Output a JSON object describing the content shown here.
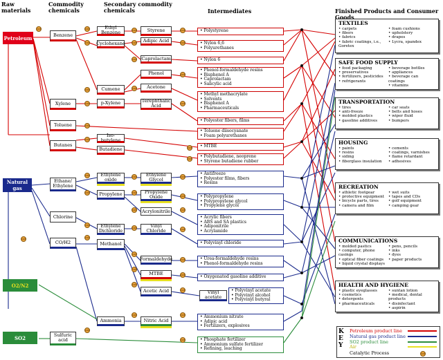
{
  "headers": {
    "raw": "Raw materials",
    "commodity": "Commodity chemicals",
    "secondary": "Secondary commodity chemicals",
    "intermediates": "Intermediates",
    "finished": "Finished Products and Consumer Goods"
  },
  "raw": [
    "Petroleum",
    "Natural gas",
    "O2/N2",
    "SO2"
  ],
  "commodity": [
    "Benzene",
    "Xylene",
    "Toluene",
    "Butanes",
    "Ethane/ Ethylene",
    "Chlorine",
    "CO/H2",
    "Sulfuric acid"
  ],
  "secondary_a": [
    "Ethyl Benzene",
    "Cyclohexane",
    "Cumene",
    "p-Xylene",
    "Iso-butylene",
    "Butadiene",
    "Ethylene oxide",
    "Propylene",
    "Ethylene Dichloride",
    "Methanol",
    "Ammonia"
  ],
  "secondary_b": [
    "Styrene",
    "Adipic Acid",
    "Caprolactam",
    "Phenol",
    "Acetone",
    "Terephthalic Acid",
    "Ethylene Glycol",
    "Propylene Oxide",
    "Acrylonitrile",
    "Vinyl Chloride",
    "Formaldehyde",
    "MTBE",
    "Acetic Acid",
    "Nitric Acid",
    "Vinyl acetate"
  ],
  "intermediates": [
    [
      "Polystyrene"
    ],
    [
      "Nylon 6,6",
      "Polyurethanes"
    ],
    [
      "Nylon 6"
    ],
    [
      "Phenol-formaldehyde resins",
      "Bisphenol A",
      "Caprolactam",
      "Salicylic acid"
    ],
    [
      "Methyl methacrylate",
      "Solvents",
      "Bisphenol A",
      "Pharmaceuticals"
    ],
    [
      "Polyester fibers, films"
    ],
    [
      "Toluene diisocyanate",
      "Foam polyurethanes"
    ],
    [
      "MTBE"
    ],
    [
      "Polybutadiene, neoprene",
      "Styrene butadiene rubber"
    ],
    [
      "Antifreeze",
      "Polyester films, fibers",
      "Resins"
    ],
    [
      "Polypropylene",
      "Polypropylene glycol",
      "Propylene glycol"
    ],
    [
      "Acrylic fibers",
      "ABS and SA plastics",
      "Adiponitrile",
      "Acrylamide"
    ],
    [
      "Polyvinyl chloride"
    ],
    [
      "Urea-formaldehyde resins",
      "Phenol-formaldehyde resins"
    ],
    [
      "Oxygenated gasoline additive"
    ],
    [
      "Polyvinyl acetate",
      "Polyvinyl alcohol",
      "Polyvinyl butyral"
    ],
    [
      "Ammonium nitrate",
      "Adipic acid",
      "Fertilizers, explosives"
    ],
    [
      "Phosphate fertilizer",
      "Ammonium sulfate fertilizer",
      "Refining, leaching"
    ]
  ],
  "finished": [
    {
      "title": "TEXTILES",
      "left": [
        "carpets",
        "fibers",
        "fabrics",
        "fabric coatings, i.e., Goretex"
      ],
      "right": [
        "foam cushions",
        "upholstery",
        "drapes",
        "Lycra, spandex"
      ]
    },
    {
      "title": "SAFE FOOD SUPPLY",
      "left": [
        "food packaging",
        "preservatives",
        "fertilizers, pesticides",
        "refrigerants"
      ],
      "right": [
        "beverage bottles",
        "appliances",
        "beverage can coatings",
        "vitamins"
      ]
    },
    {
      "title": "TRANSPORTATION",
      "left": [
        "tires",
        "anti-freeze",
        "molded plastics",
        "gasoline additives"
      ],
      "right": [
        "car seats",
        "belts and hoses",
        "wiper fluid",
        "bumpers"
      ]
    },
    {
      "title": "HOUSING",
      "left": [
        "paints",
        "resins",
        "siding",
        "fiberglass insulation"
      ],
      "right": [
        "cements",
        "coatings, varnishes",
        "flame retardant",
        "adhesives"
      ]
    },
    {
      "title": "RECREATION",
      "left": [
        "athletic footgear",
        "protective equipment",
        "bicycle parts, tires",
        "camera and film"
      ],
      "right": [
        "wet suits",
        "tapes and CDs",
        "golf equipment",
        "camping gear"
      ]
    },
    {
      "title": "COMMUNICATIONS",
      "left": [
        "molded pastics",
        "computer, phone casings",
        "optical fiber coatings",
        "liquid crystal displays"
      ],
      "right": [
        "pens, pencils",
        "inks",
        "dyes",
        "paper products"
      ]
    },
    {
      "title": "HEALTH AND HYGIENE",
      "left": [
        "plastic eyeglasses",
        "cosmetics",
        "detergents",
        "pharmaceuticals"
      ],
      "right": [
        "suntan lotion",
        "medical, dental products",
        "disinfectant",
        "aspirin"
      ]
    }
  ],
  "key": {
    "letters": "KEY",
    "items": [
      "Petroleum product line",
      "Natural gas product line",
      "SO2 product line",
      "Air",
      "Catalytic Process"
    ]
  },
  "colors": {
    "petroleum": "#d40000",
    "natural_gas": "#1a2a8c",
    "so2": "#2a8c3a",
    "air": "#e8e020",
    "catalyst": "#e8a23a"
  },
  "icons": {
    "catalyst": "catalyst-icon"
  }
}
